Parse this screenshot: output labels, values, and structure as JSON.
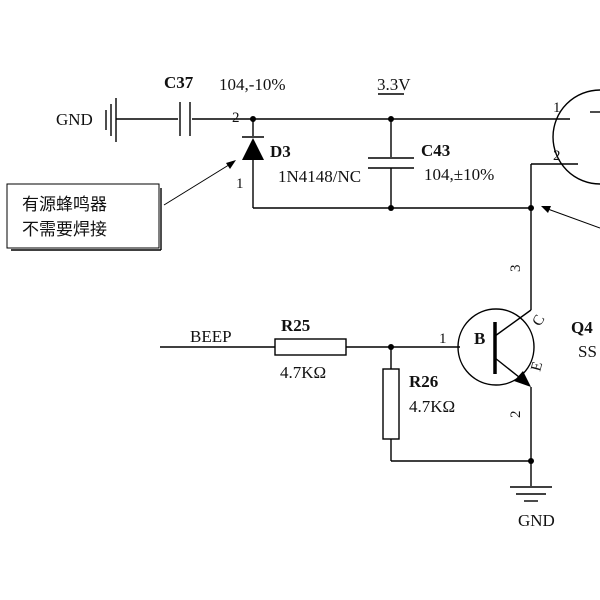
{
  "labels": {
    "gnd_left": "GND",
    "gnd_bottom": "GND",
    "supply": "3.3V",
    "beep": "BEEP"
  },
  "components": {
    "c37": {
      "ref": "C37",
      "value": "104,-10%"
    },
    "c43": {
      "ref": "C43",
      "value": "104,±10%"
    },
    "d3": {
      "ref": "D3",
      "value": "1N4148/NC",
      "pin_a": "1",
      "pin_k": "2"
    },
    "r25": {
      "ref": "R25",
      "value": "4.7KΩ"
    },
    "r26": {
      "ref": "R26",
      "value": "4.7KΩ"
    },
    "q4": {
      "ref": "Q4",
      "value_partial": "SS",
      "pin_b": "1",
      "pin_c": "3",
      "pin_e": "2",
      "letter_b": "B",
      "letter_c": "C",
      "letter_e": "E"
    },
    "buzzer": {
      "pin_1": "1",
      "pin_2": "2"
    }
  },
  "annotation": {
    "line1": "有源蜂鸣器",
    "line2": "不需要焊接"
  }
}
